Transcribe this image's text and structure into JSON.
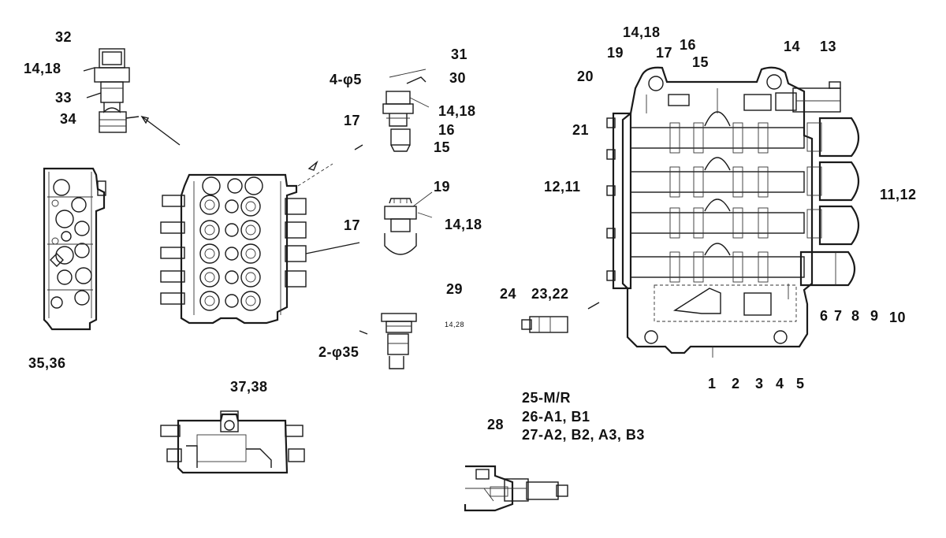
{
  "labels": {
    "l32": "32",
    "l14_18_a": "14,18",
    "l33": "33",
    "l34": "34",
    "l31": "31",
    "l4phi5": "4-φ5",
    "l30": "30",
    "l14_18_b": "14,18",
    "l17_a": "17",
    "l16_a": "16",
    "l15_a": "15",
    "l19_a": "19",
    "l17_b": "17",
    "l14_18_c": "14,18",
    "l29": "29",
    "l1428": "14,28",
    "l2phi35": "2-φ35",
    "l24": "24",
    "l23_22": "23,22",
    "l35_36": "35,36",
    "l37_38": "37,38",
    "l25": "25-M/R",
    "l26": "26-A1,  B1",
    "l27": "27-A2,  B2,  A3,  B3",
    "l28": "28",
    "l14_18_d": "14,18",
    "l19_b": "19",
    "l17_c": "17",
    "l16_b": "16",
    "l15_b": "15",
    "l14": "14",
    "l13": "13",
    "l20": "20",
    "l21": "21",
    "l12_11": "12,11",
    "l11_12": "11,12",
    "l6": "6",
    "l7": "7",
    "l8": "8",
    "l9": "9",
    "l10": "10",
    "l1": "1",
    "l2": "2",
    "l3": "3",
    "l4": "4",
    "l5": "5"
  }
}
